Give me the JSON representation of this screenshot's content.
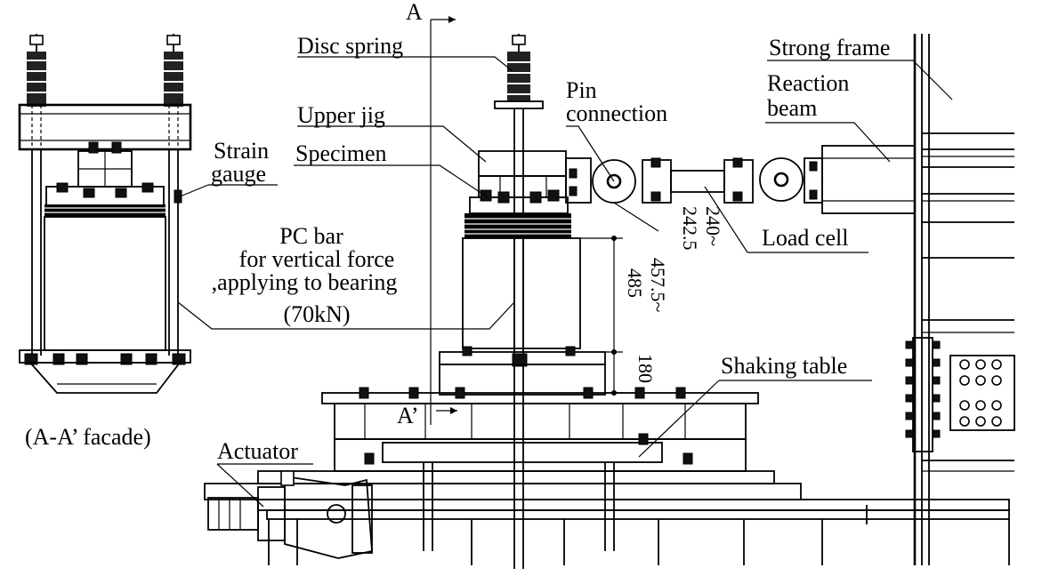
{
  "labels": {
    "disc_spring": "Disc spring",
    "upper_jig": "Upper jig",
    "specimen": "Specimen",
    "strain_gauge_line1": "Strain",
    "strain_gauge_line2": "gauge",
    "pc_bar_line1": "PC bar",
    "pc_bar_line2": "for vertical force",
    "pc_bar_line3": ",applying to bearing",
    "pc_bar_line4": "(70kN)",
    "pin_connection_line1": "Pin",
    "pin_connection_line2": "connection",
    "strong_frame": "Strong frame",
    "reaction_beam_line1": "Reaction",
    "reaction_beam_line2": "beam",
    "load_cell": "Load cell",
    "shaking_table": "Shaking table",
    "actuator": "Actuator",
    "facade": "(A-A’ facade)",
    "section_a": "A",
    "section_a_prime": "A’"
  },
  "dimensions": {
    "pin_height_line1": "240~",
    "pin_height_line2": "242.5",
    "bearing_height_line1": "457.5~",
    "bearing_height_line2": "485",
    "base_height": "180"
  }
}
